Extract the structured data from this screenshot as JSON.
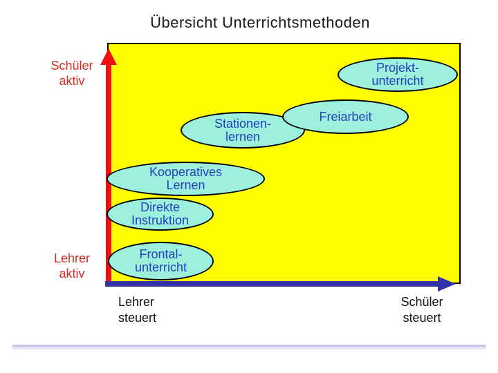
{
  "theme": {
    "bg": "#FFFFFF",
    "plot_fill": "#FFFF00",
    "plot_border": "#000000",
    "ellipse_fill": "#9CF0DC",
    "ellipse_border": "#000000",
    "ellipse_text": "#2240BE",
    "red_axis": "#EE1010",
    "red_label": "#D22C24",
    "blue_axis": "#3333A8",
    "black_label": "#111111",
    "divider": "#C6C2E8"
  },
  "slide": {
    "title": "Übersicht Unterrichtsmethoden"
  },
  "axis_labels": {
    "schueler_aktiv": {
      "l1": "Schüler",
      "l2": "aktiv"
    },
    "lehrer_aktiv": {
      "l1": "Lehrer",
      "l2": "aktiv"
    },
    "lehrer_steuert": {
      "l1": "Lehrer",
      "l2": "steuert"
    },
    "schueler_steuert": {
      "l1": "Schüler",
      "l2": "steuert"
    }
  },
  "methods": {
    "projektunterricht": {
      "l1": "Projekt-",
      "l2": "unterricht"
    },
    "freiarbeit": {
      "l1": "Freiarbeit"
    },
    "stationenlernen": {
      "l1": "Stationen-",
      "l2": "lernen"
    },
    "kooperatives_lernen": {
      "l1": "Kooperatives",
      "l2": "Lernen"
    },
    "direkte_instruktion": {
      "l1": "Direkte",
      "l2": "Instruktion"
    },
    "frontalunterricht": {
      "l1": "Frontal-",
      "l2": "unterricht"
    }
  }
}
